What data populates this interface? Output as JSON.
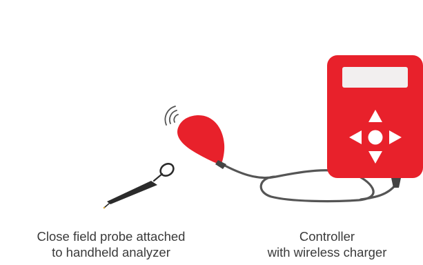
{
  "colors": {
    "accent": "#e8212b",
    "cable": "#555555",
    "pen": "#2b2b2b",
    "screen": "#f2efef",
    "text": "#3a3a3a"
  },
  "icons": {
    "wireless": "wireless-signal-icon",
    "dpad": "directional-pad-icon"
  },
  "labels": {
    "probe": {
      "line1": "Close field probe attached",
      "line2": "to handheld analyzer"
    },
    "controller": {
      "line1": "Controller",
      "line2": "with wireless charger"
    }
  }
}
